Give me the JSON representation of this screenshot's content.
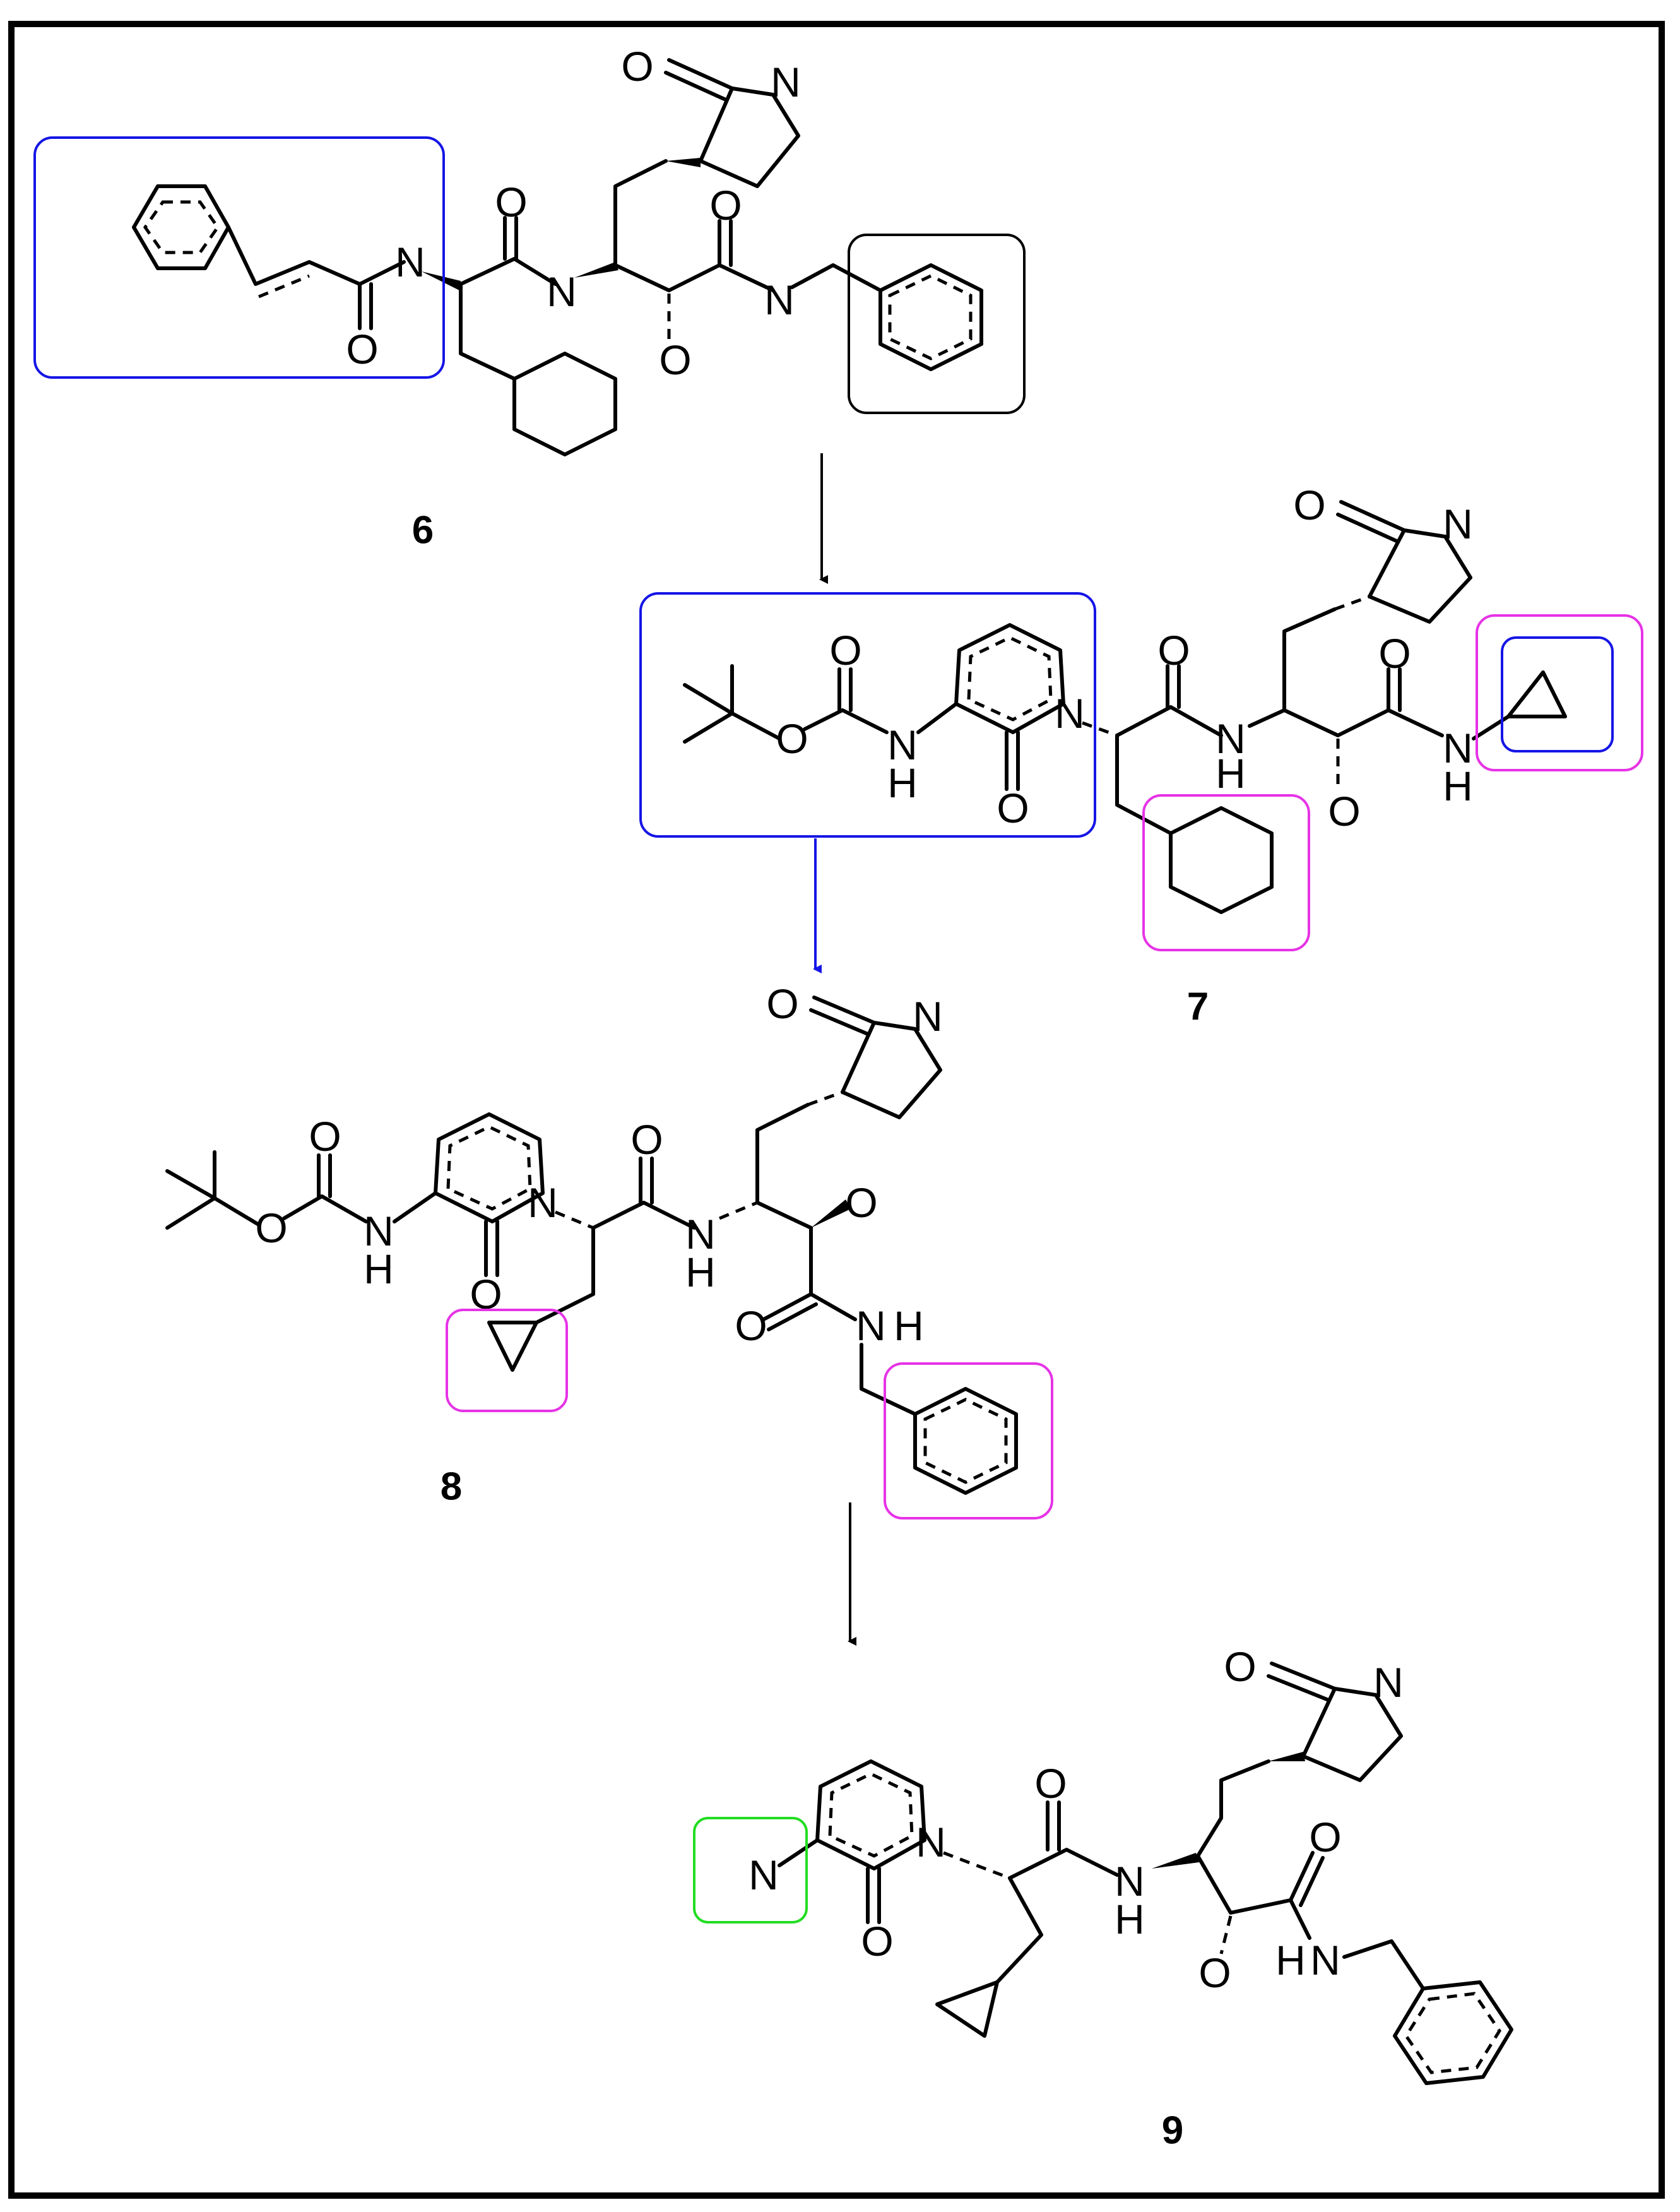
{
  "compounds": [
    {
      "id": "cmpd6",
      "label": "6"
    },
    {
      "id": "cmpd7",
      "label": "7"
    },
    {
      "id": "cmpd8",
      "label": "8"
    },
    {
      "id": "cmpd9",
      "label": "9"
    }
  ],
  "atoms": {
    "O": "O",
    "N": "N",
    "H": "H"
  },
  "colors": {
    "blue": "#1515e6",
    "magenta": "#e633e6",
    "green": "#22dd22",
    "black": "#000000",
    "frame": "#000000"
  },
  "arrows": [
    {
      "from": "6",
      "to": "7",
      "color": "black"
    },
    {
      "from": "7",
      "to": "8",
      "color": "blue"
    },
    {
      "from": "8",
      "to": "9",
      "color": "black"
    }
  ]
}
